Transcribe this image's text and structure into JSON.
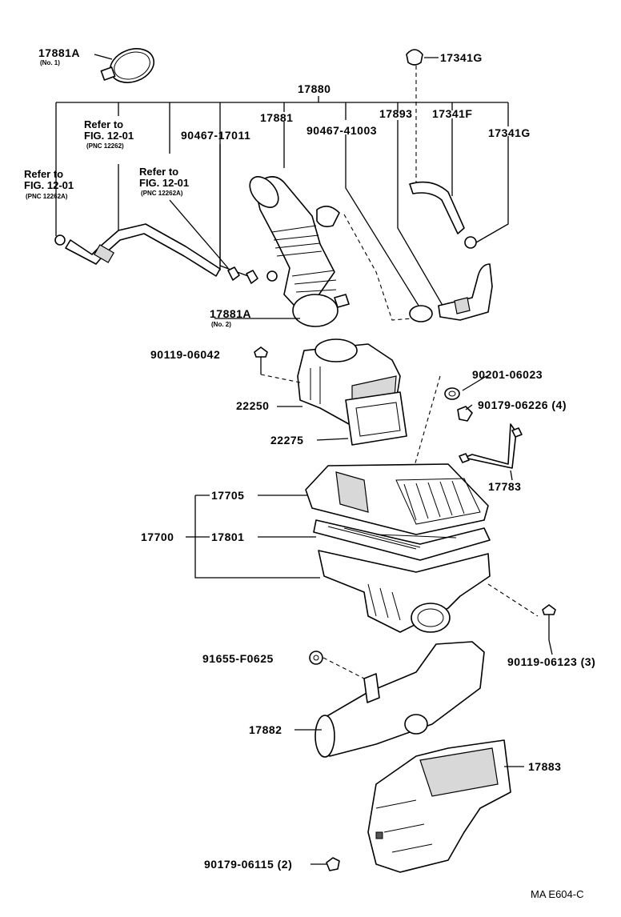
{
  "labels": {
    "p17881A_top": "17881A",
    "p17881A_top_sub": "(No. 1)",
    "p17341G_top": "17341G",
    "p17880": "17880",
    "refer1": "Refer to\nFIG. 12-01",
    "refer1_sub": "(PNC 12262)",
    "p90467_17011": "90467-17011",
    "p17881": "17881",
    "p90467_41003": "90467-41003",
    "p17893": "17893",
    "p17341F": "17341F",
    "p17341G_right": "17341G",
    "refer2": "Refer to\nFIG. 12-01",
    "refer2_sub": "(PNC 12262A)",
    "refer3": "Refer to\nFIG. 12-01",
    "refer3_sub": "(PNC 12262A)",
    "p17881A_mid": "17881A",
    "p17881A_mid_sub": "(No. 2)",
    "p90119_06042": "90119-06042",
    "p90201_06023": "90201-06023",
    "p90179_06226": "90179-06226 (4)",
    "p22250": "22250",
    "p22275": "22275",
    "p17783": "17783",
    "p17705": "17705",
    "p17700": "17700",
    "p17801": "17801",
    "p90119_06123": "90119-06123 (3)",
    "p91655_F0625": "91655-F0625",
    "p17882": "17882",
    "p17883": "17883",
    "p90179_06115": "90179-06115 (2)",
    "figure_code": "MA E604-C"
  },
  "icons": {
    "clamp": "hose-clamp-icon",
    "bolt": "bolt-icon",
    "nut": "nut-icon"
  }
}
